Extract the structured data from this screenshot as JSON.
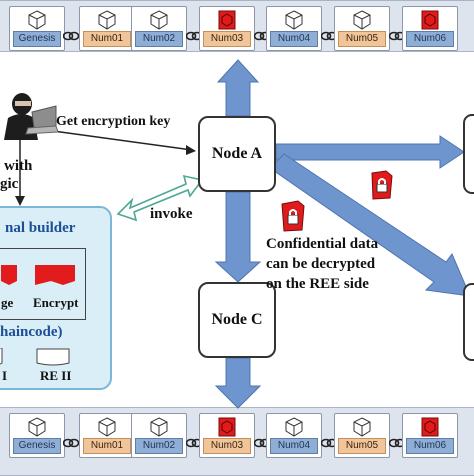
{
  "top_chain": {
    "blocks": [
      {
        "label": "Genesis",
        "style": "blue",
        "locked": false
      },
      {
        "label": "Num01",
        "style": "orange",
        "locked": false
      },
      {
        "label": "Num02",
        "style": "blue",
        "locked": false
      },
      {
        "label": "Num03",
        "style": "orange",
        "locked": true
      },
      {
        "label": "Num04",
        "style": "blue",
        "locked": false
      },
      {
        "label": "Num05",
        "style": "orange",
        "locked": false
      },
      {
        "label": "Num06",
        "style": "blue",
        "locked": true
      }
    ]
  },
  "bottom_chain": {
    "blocks": [
      {
        "label": "Genesis",
        "style": "blue",
        "locked": false
      },
      {
        "label": "Num01",
        "style": "orange",
        "locked": false
      },
      {
        "label": "Num02",
        "style": "blue",
        "locked": false
      },
      {
        "label": "Num03",
        "style": "orange",
        "locked": true
      },
      {
        "label": "Num04",
        "style": "blue",
        "locked": false
      },
      {
        "label": "Num05",
        "style": "orange",
        "locked": false
      },
      {
        "label": "Num06",
        "style": "blue",
        "locked": true
      }
    ]
  },
  "attacker": {
    "get_key_label": "Get encryption key",
    "with_label": "with",
    "logic_label": "gic"
  },
  "nodes": {
    "node_a": "Node A",
    "node_c": "Node C"
  },
  "invoke_label": "invoke",
  "confidential": {
    "line1": "Confidential data",
    "line2": "can be decrypted",
    "line3": "on the REE side"
  },
  "builder": {
    "title": "nal builder",
    "storage_label": "ge",
    "encrypt_label": "Encrypt",
    "chaincode_label": "haincode)",
    "re1_label": "I",
    "re2_label": "RE II"
  },
  "colors": {
    "arrow_blue": "#6f95cf",
    "lock_red": "#e01b1b",
    "builder_title": "#1d4f96",
    "chain_band": "#dde4ee"
  }
}
